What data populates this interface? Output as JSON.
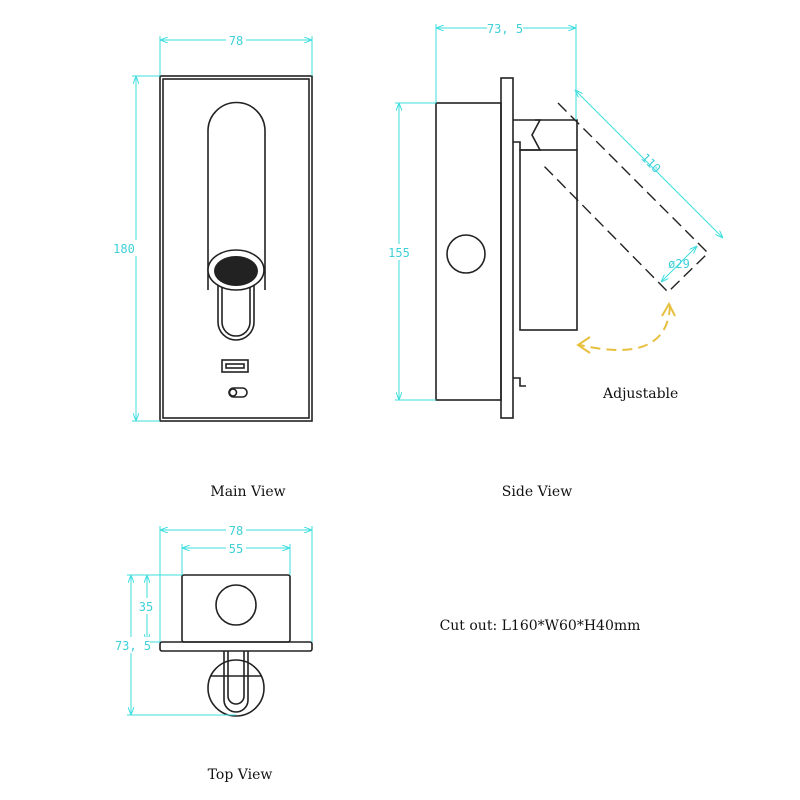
{
  "main_view": {
    "title": "Main View",
    "dim_width": "78",
    "dim_height": "180"
  },
  "side_view": {
    "title": "Side View",
    "dim_depth": "73, 5",
    "dim_height": "155",
    "dim_arm_length": "110",
    "dim_diameter": "ø29",
    "adjustable_label": "Adjustable"
  },
  "top_view": {
    "title": "Top View",
    "dim_width": "78",
    "dim_inner_width": "55",
    "dim_box_depth": "35",
    "dim_total_depth": "73, 5"
  },
  "cutout_note": "Cut out: L160*W60*H40mm",
  "colors": {
    "dimension": "#3fdede",
    "outline": "#222222",
    "arrow": "#e8c040"
  }
}
